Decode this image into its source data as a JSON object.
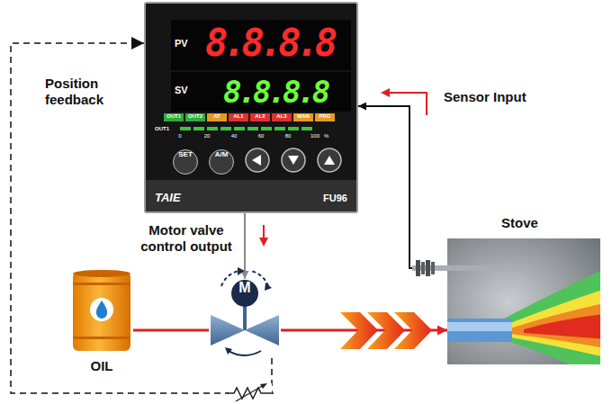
{
  "diagram": {
    "nodes": [
      {
        "text": [
          "TAIE",
          "FU96"
        ]
      },
      {
        "text": [
          "PV",
          "8.8.8.8"
        ],
        "in": 0
      },
      {
        "text": [
          "SV",
          "8.8.8.8"
        ],
        "in": 0
      },
      {
        "text": [
          "SET"
        ],
        "in": 0
      },
      {
        "text": [
          "A/M"
        ],
        "in": 0
      },
      {
        "text": [
          "M"
        ]
      },
      {
        "text": [
          "OIL"
        ]
      },
      {
        "text": [
          "Stove"
        ]
      }
    ],
    "edges": [
      {
        "from": 0,
        "to": 5,
        "arrow": "to",
        "label": "Motor valve control output"
      },
      {
        "from": 7,
        "to": 0,
        "arrow": "to",
        "label": "Sensor Input"
      },
      {
        "from": 6,
        "to": 5,
        "arrow": "none"
      },
      {
        "from": 5,
        "to": 7,
        "arrow": "to"
      },
      {
        "from": 5,
        "to": 0,
        "arrow": "to",
        "label": "Position feedback"
      }
    ],
    "labels": [
      "OUT1",
      "OUT2",
      "AT",
      "AL1",
      "AL2",
      "AL3",
      "MAN",
      "PRG",
      "OUT1",
      "0",
      "20",
      "40",
      "60",
      "80",
      "100",
      "%"
    ]
  }
}
